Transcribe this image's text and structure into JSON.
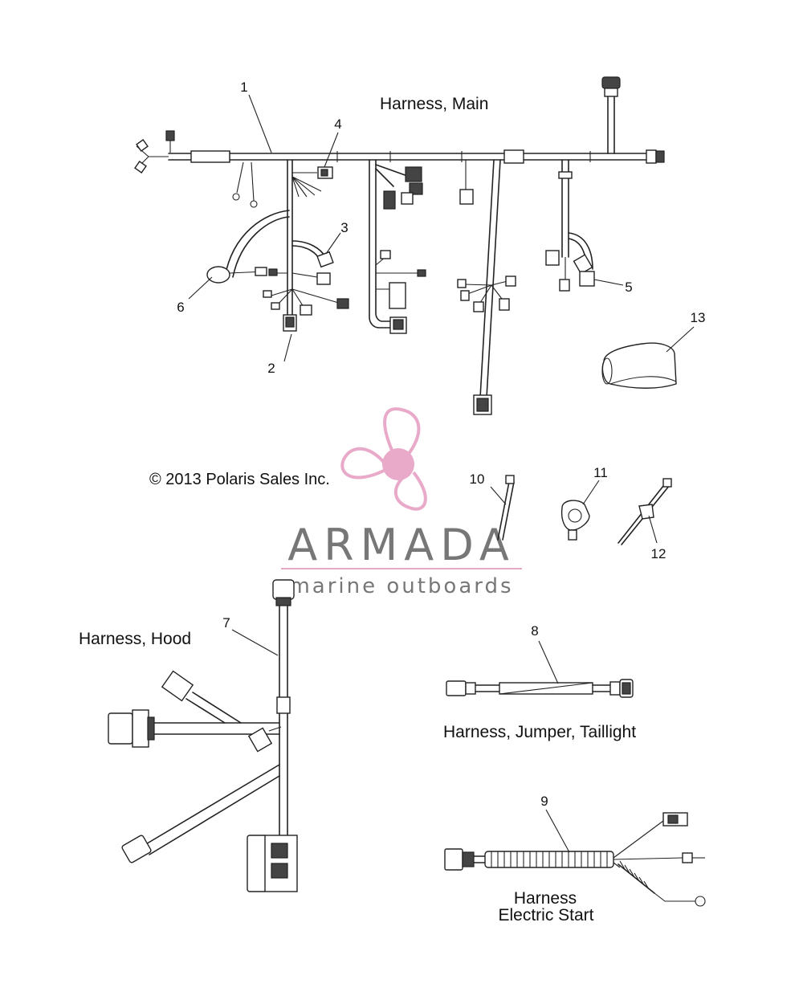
{
  "titles": {
    "main": "Harness, Main",
    "hood": "Harness, Hood",
    "taillight": "Harness, Jumper, Taillight",
    "electric_line1": "Harness",
    "electric_line2": "Electric Start"
  },
  "copyright": "© 2013 Polaris Sales Inc.",
  "watermark": {
    "brand": "ARMADA",
    "tagline": "marine outboards",
    "colors": {
      "accent": "#e9a9c8",
      "text": "#777777"
    }
  },
  "callouts": [
    "1",
    "2",
    "3",
    "4",
    "5",
    "6",
    "7",
    "8",
    "9",
    "10",
    "11",
    "12",
    "13"
  ]
}
